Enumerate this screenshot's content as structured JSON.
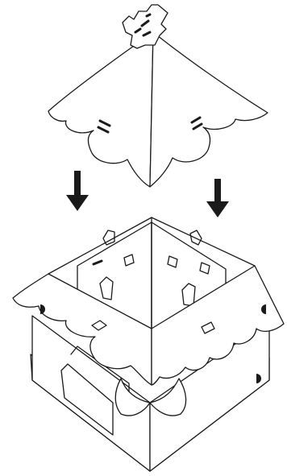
{
  "diagram": {
    "kind": "assembly-illustration",
    "steps": [
      {
        "part": "roof",
        "action": "lower-onto-base"
      },
      {
        "part": "base-box",
        "action": "receive-roof"
      }
    ],
    "arrows": [
      {
        "direction": "down",
        "icon": "down-arrow-icon"
      },
      {
        "direction": "down",
        "icon": "down-arrow-icon"
      }
    ],
    "colors": {
      "line": "#1a1a1a",
      "paper": "#ffffff",
      "arrow": "#1a1a1a"
    }
  }
}
